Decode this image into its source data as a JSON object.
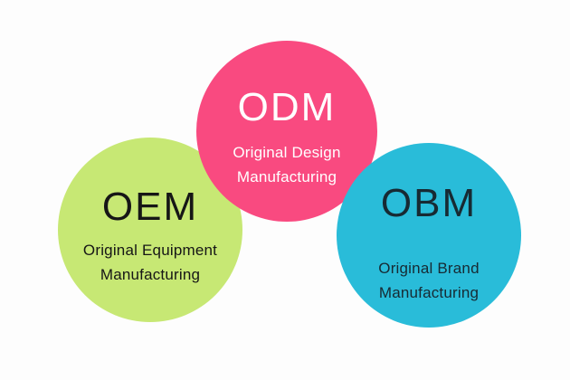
{
  "page": {
    "background": "#fdfdfd"
  },
  "circles": {
    "odm": {
      "abbr": "ODM",
      "line1": "Original Design",
      "line2": "Manufacturing",
      "fill": "#f94a80",
      "text_color": "#ffffff"
    },
    "oem": {
      "abbr": "OEM",
      "line1": "Original Equipment",
      "line2": "Manufacturing",
      "fill": "#c7e874",
      "text_color": "#161616"
    },
    "obm": {
      "abbr": "OBM",
      "line1": "Original Brand",
      "line2": "Manufacturing",
      "fill": "#29bcd9",
      "text_color": "#172a33"
    }
  }
}
